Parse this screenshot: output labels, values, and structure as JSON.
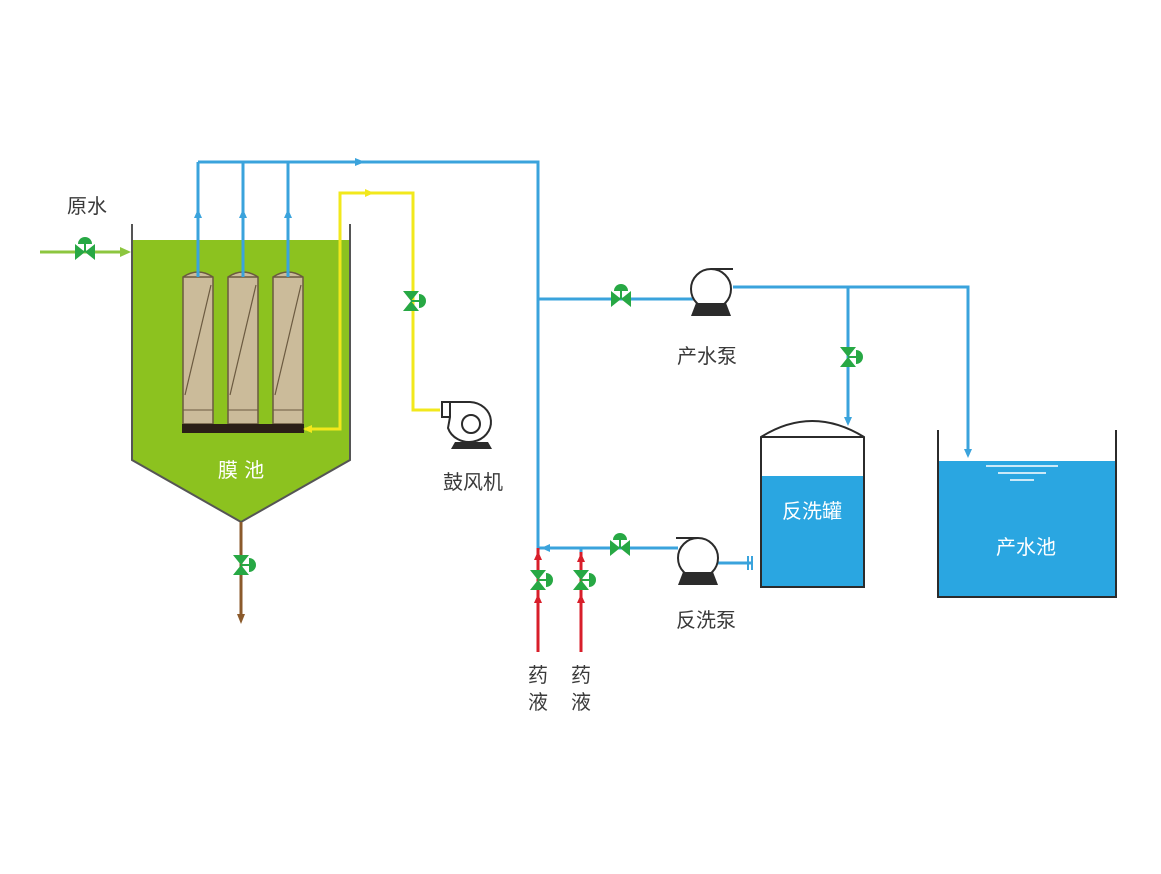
{
  "labels": {
    "raw_water": "原水",
    "membrane_tank": "膜 池",
    "blower": "鼓风机",
    "product_pump": "产水泵",
    "backwash_tank": "反洗罐",
    "backwash_pump": "反洗泵",
    "product_pool": "产水池",
    "chemical_1": [
      "药",
      "液"
    ],
    "chemical_2": [
      "药",
      "液"
    ]
  },
  "colors": {
    "water_line": "#3aa3dc",
    "air_line": "#f2e81c",
    "chemical_line": "#d81e2a",
    "raw_water_line": "#8cc63f",
    "drain_line": "#8b5a2b",
    "membrane_tank_fill": "#8cc21f",
    "membrane_fill": "#cbbb9a",
    "tank_water": "#2aa6e1",
    "valve": "#27a844"
  },
  "icons": {
    "valve": "valve-icon",
    "pump": "pump-icon",
    "blower": "blower-icon"
  }
}
